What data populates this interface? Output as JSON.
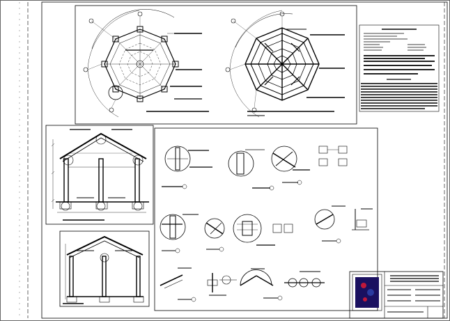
{
  "drawing": {
    "title": "",
    "sheet_number": "",
    "stroke_color": "#000000",
    "background_color": "#ffffff",
    "logo_colors": [
      "#1a1060",
      "#c0183a",
      "#2a3aa0"
    ]
  },
  "views": [
    "octagon-gazebo-floor-plan",
    "octagon-gazebo-roof-framing-plan",
    "general-notes-block",
    "front-elevation-section",
    "side-elevation-section",
    "construction-details-sheet",
    "title-block"
  ]
}
